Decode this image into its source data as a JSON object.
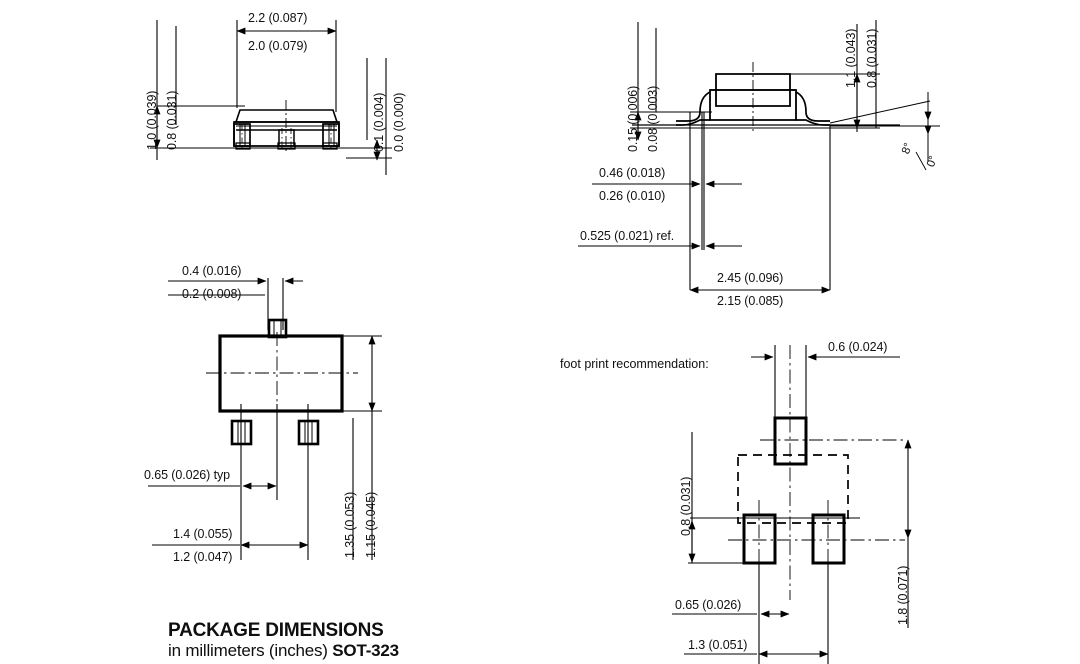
{
  "document": {
    "type": "package-outline-drawing",
    "title_main": "PACKAGE DIMENSIONS",
    "title_sub_prefix": "in millimeters (inches) ",
    "title_sub_package": "SOT-323",
    "footprint_note": "foot print recommendation:",
    "line_color": "#000000",
    "background": "#ffffff"
  },
  "views": {
    "top_left_side_view": {
      "name": "side-elevation-view",
      "dimensions": {
        "height_max": "1.0 (0.039)",
        "height_min": "0.8 (0.031)",
        "width_max": "2.2 (0.087)",
        "width_min": "2.0 (0.079)",
        "standoff_max": "0.1 (0.004)",
        "standoff_min": "0.0 (0.000)"
      }
    },
    "top_right_end_view": {
      "name": "end-elevation-view",
      "dimensions": {
        "lead_thickness_max": "0.15 (0.006)",
        "lead_thickness_min": "0.08 (0.003)",
        "body_height_max": "1.1 (0.043)",
        "body_height_min": "0.8 (0.031)",
        "lead_width_max": "0.46 (0.018)",
        "lead_width_min": "0.26 (0.010)",
        "lead_ref": "0.525 (0.021) ref.",
        "span_max": "2.45 (0.096)",
        "span_min": "2.15 (0.085)",
        "lead_angle_max": "8°",
        "lead_angle_min": "0°"
      }
    },
    "bottom_left_plan_view": {
      "name": "plan-top-view",
      "dimensions": {
        "lead_width_max": "0.4 (0.016)",
        "lead_width_min": "0.2 (0.008)",
        "pitch_typ": "0.65 (0.026) typ",
        "lead_span_max": "1.4 (0.055)",
        "lead_span_min": "1.2 (0.047)",
        "body_depth_max": "1.35 (0.053)",
        "body_depth_min": "1.15 (0.045)"
      }
    },
    "bottom_right_footprint": {
      "name": "footprint-recommendation-view",
      "dimensions": {
        "pad_width": "0.6 (0.024)",
        "pad_height": "0.8 (0.031)",
        "pad_pitch_half": "0.65 (0.026)",
        "pad_pitch_full": "1.3 (0.051)",
        "pad_row_span": "1.8 (0.071)"
      }
    }
  }
}
